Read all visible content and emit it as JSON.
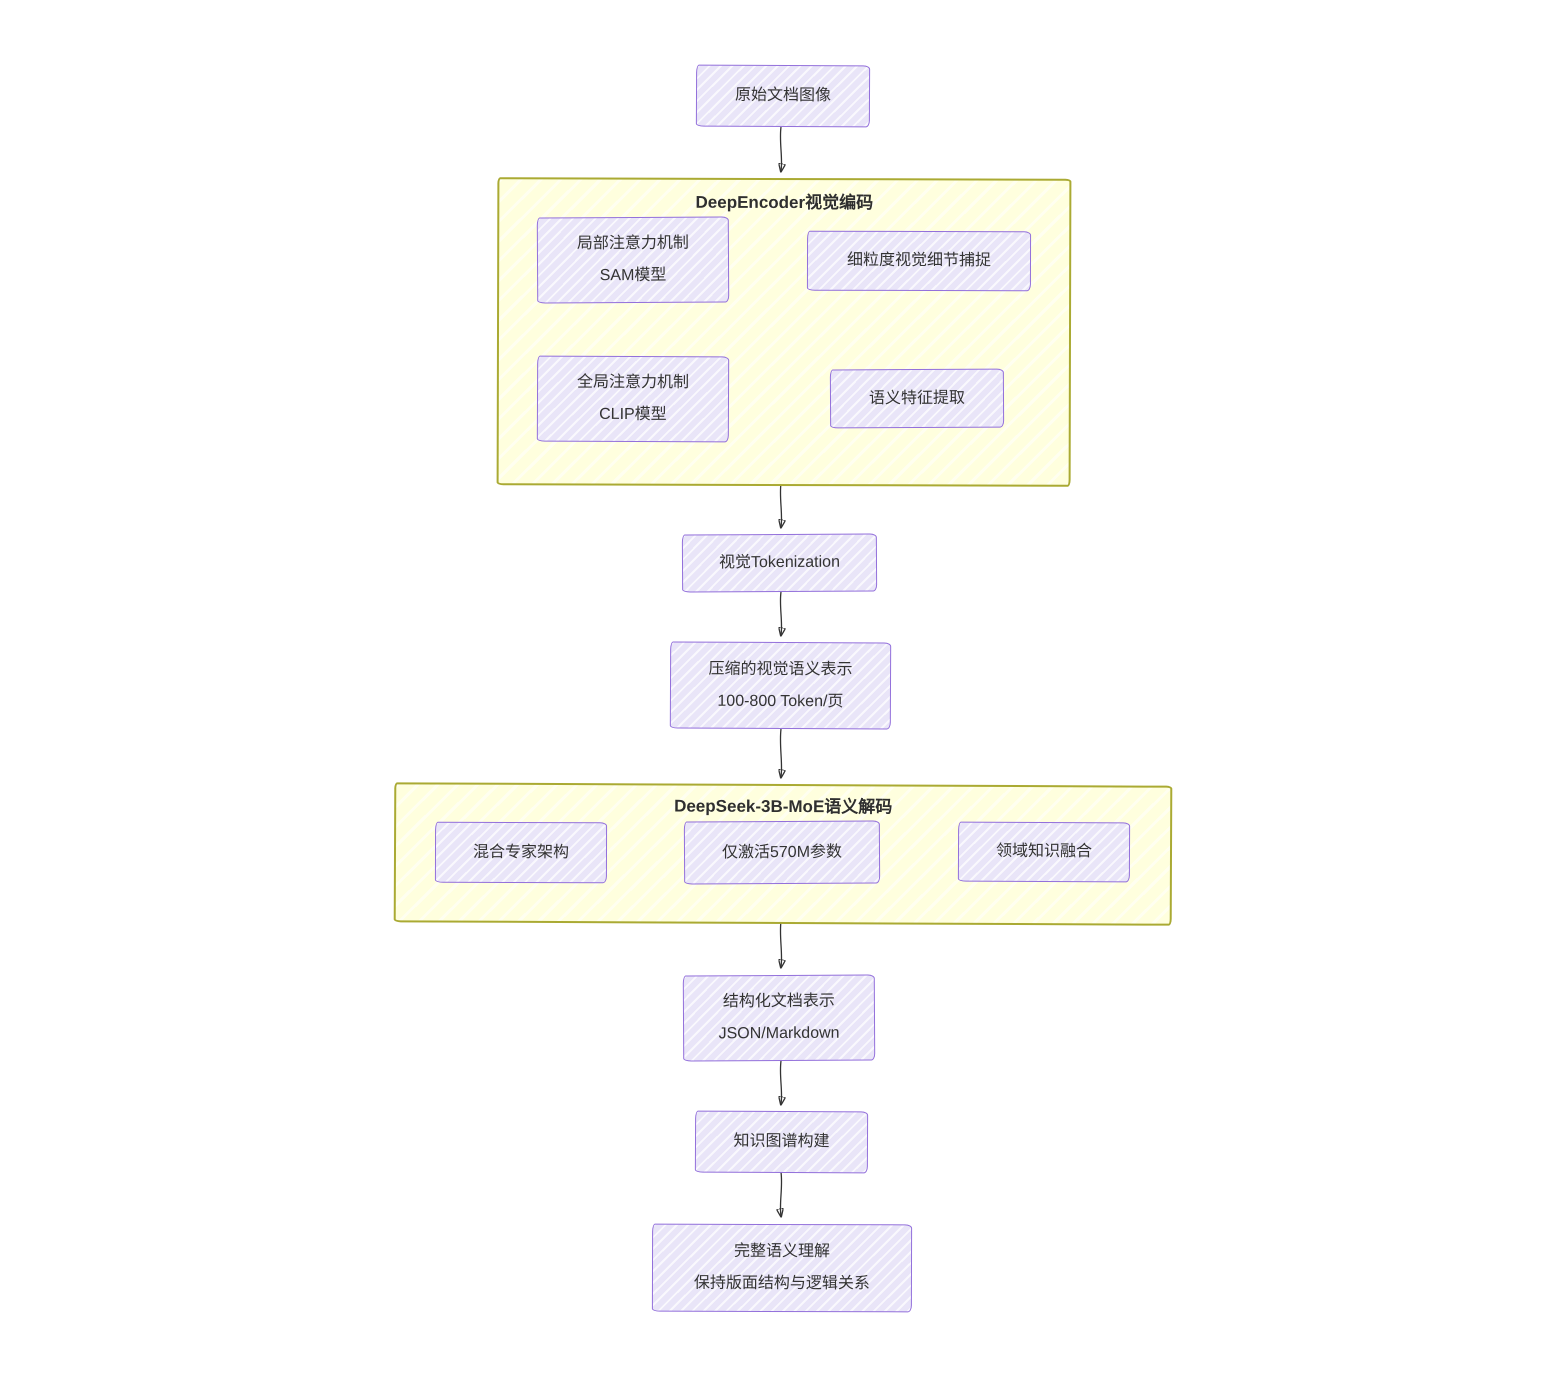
{
  "flow": {
    "raw_image": {
      "label": "原始文档图像"
    },
    "encoder": {
      "title": "DeepEncoder视觉编码",
      "local_attention": {
        "line1": "局部注意力机制",
        "line2": "SAM模型"
      },
      "fine_grained": {
        "label": "细粒度视觉细节捕捉"
      },
      "global_attention": {
        "line1": "全局注意力机制",
        "line2": "CLIP模型"
      },
      "semantic_feature": {
        "label": "语义特征提取"
      }
    },
    "tokenization": {
      "label": "视觉Tokenization"
    },
    "compressed": {
      "line1": "压缩的视觉语义表示",
      "line2": "100-800 Token/页"
    },
    "decoder": {
      "title": "DeepSeek-3B-MoE语义解码",
      "moe": {
        "label": "混合专家架构"
      },
      "active_params": {
        "label": "仅激活570M参数"
      },
      "domain_fusion": {
        "label": "领域知识融合"
      }
    },
    "structured": {
      "line1": "结构化文档表示",
      "line2": "JSON/Markdown"
    },
    "knowledge_graph": {
      "label": "知识图谱构建"
    },
    "final": {
      "line1": "完整语义理解",
      "line2": "保持版面结构与逻辑关系"
    }
  },
  "colors": {
    "node_fill": "#E9E5F8",
    "node_border": "#9370DB",
    "group_fill": "#FFFFDE",
    "group_border": "#AAAA33",
    "edge": "#333333",
    "text": "#333333"
  }
}
